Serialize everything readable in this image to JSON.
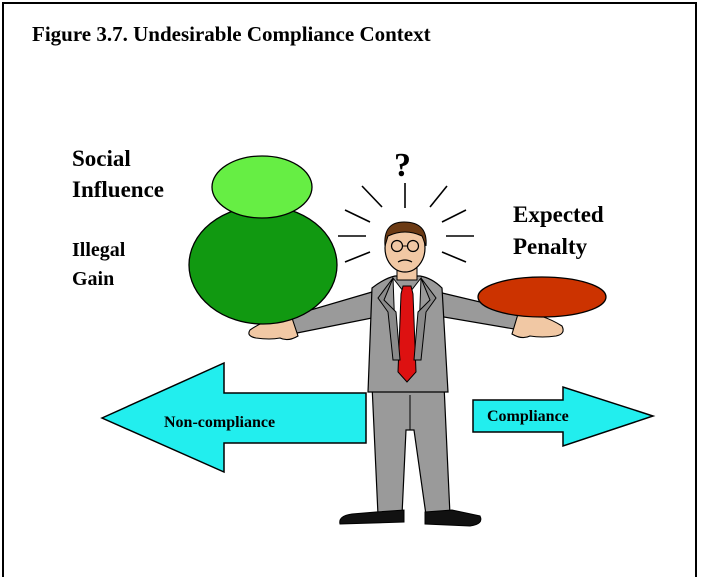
{
  "figure": {
    "title": "Figure 3.7. Undesirable Compliance Context",
    "question_mark": "?"
  },
  "left_side": {
    "label_social_line1": "Social",
    "label_social_line2": "Influence",
    "label_illegal_line1": "Illegal",
    "label_illegal_line2": "Gain",
    "social_color": "#66ee44",
    "illegal_color": "#119911"
  },
  "right_side": {
    "label_penalty_line1": "Expected",
    "label_penalty_line2": "Penalty",
    "penalty_color": "#cc3300"
  },
  "arrows": {
    "left_label": "Non-compliance",
    "right_label": "Compliance",
    "color": "#22eeee"
  },
  "icons": [
    "person-shrugging-icon"
  ]
}
